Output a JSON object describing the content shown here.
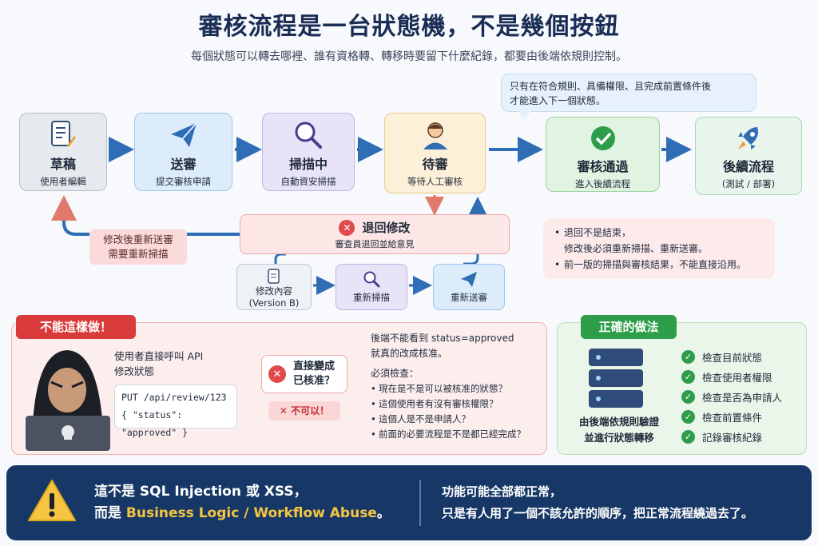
{
  "header": {
    "title": "審核流程是一台狀態機，不是幾個按鈕",
    "subtitle": "每個狀態可以轉去哪裡、誰有資格轉、轉移時要留下什麼紀錄，都要由後端依規則控制。"
  },
  "states": {
    "draft": {
      "name": "草稿",
      "desc": "使用者編輯"
    },
    "submit": {
      "name": "送審",
      "desc": "提交審核申請"
    },
    "scanning": {
      "name": "掃描中",
      "desc": "自動資安掃描"
    },
    "pending": {
      "name": "待審",
      "desc": "等待人工審核"
    },
    "approved": {
      "name": "審核通過",
      "desc": "進入後續流程"
    },
    "next": {
      "name": "後續流程",
      "desc": "(測試 / 部署)"
    }
  },
  "top_bubble": {
    "line1": "只有在符合規則、具備權限、且完成前置條件後",
    "line2": "才能進入下一個狀態。"
  },
  "reject": {
    "title": "退回修改",
    "desc": "審查員退回並給意見"
  },
  "resubmit_note": {
    "line1": "修改後重新送審",
    "line2": "需要重新掃描"
  },
  "loop_steps": {
    "edit": {
      "line1": "修改內容",
      "line2": "(Version B)"
    },
    "rescan": "重新掃描",
    "resubmit": "重新送審"
  },
  "reject_notes": {
    "item1_line1": "退回不是結束，",
    "item1_line2": "修改後必須重新掃描、重新送審。",
    "item2": "前一版的掃描與審核結果，不能直接沿用。"
  },
  "bad_panel": {
    "tag": "不能這樣做！",
    "caption_line1": "使用者直接呼叫 API",
    "caption_line2": "修改狀態",
    "code_line1": "PUT /api/review/123",
    "code_line2": "{ \"status\": \"approved\" }",
    "result_line1": "直接變成",
    "result_line2": "已核准？",
    "not_allowed": "✕ 不可以！",
    "explain_line1": "後端不能看到 status=approved",
    "explain_line2": "就真的改成核准。",
    "must_check": "必須檢查：",
    "checks": [
      "現在是不是可以被核准的狀態？",
      "這個使用者有沒有審核權限？",
      "這個人是不是申請人？",
      "前面的必要流程是不是都已經完成？"
    ]
  },
  "good_panel": {
    "tag": "正確的做法",
    "caption_line1": "由後端依規則驗證",
    "caption_line2": "並進行狀態轉移",
    "items": [
      "檢查目前狀態",
      "檢查使用者權限",
      "檢查是否為申請人",
      "檢查前置條件",
      "記錄審核紀錄"
    ]
  },
  "footer": {
    "left_line1_a": "這不是 SQL Injection 或 XSS，",
    "left_line2_a": "而是 ",
    "left_line2_hl": "Business Logic / Workflow Abuse",
    "left_line2_b": "。",
    "right_line1": "功能可能全部都正常，",
    "right_line2": "只是有人用了一個不該允許的順序，把正常流程繞過去了。"
  },
  "colors": {
    "arrow": "#2f6db5",
    "reject_arrow": "#e07b6b",
    "bad_tag": "#d93a3a",
    "good_tag": "#2e9d4a",
    "footer_bg": "#173866",
    "highlight": "#f5c542"
  }
}
